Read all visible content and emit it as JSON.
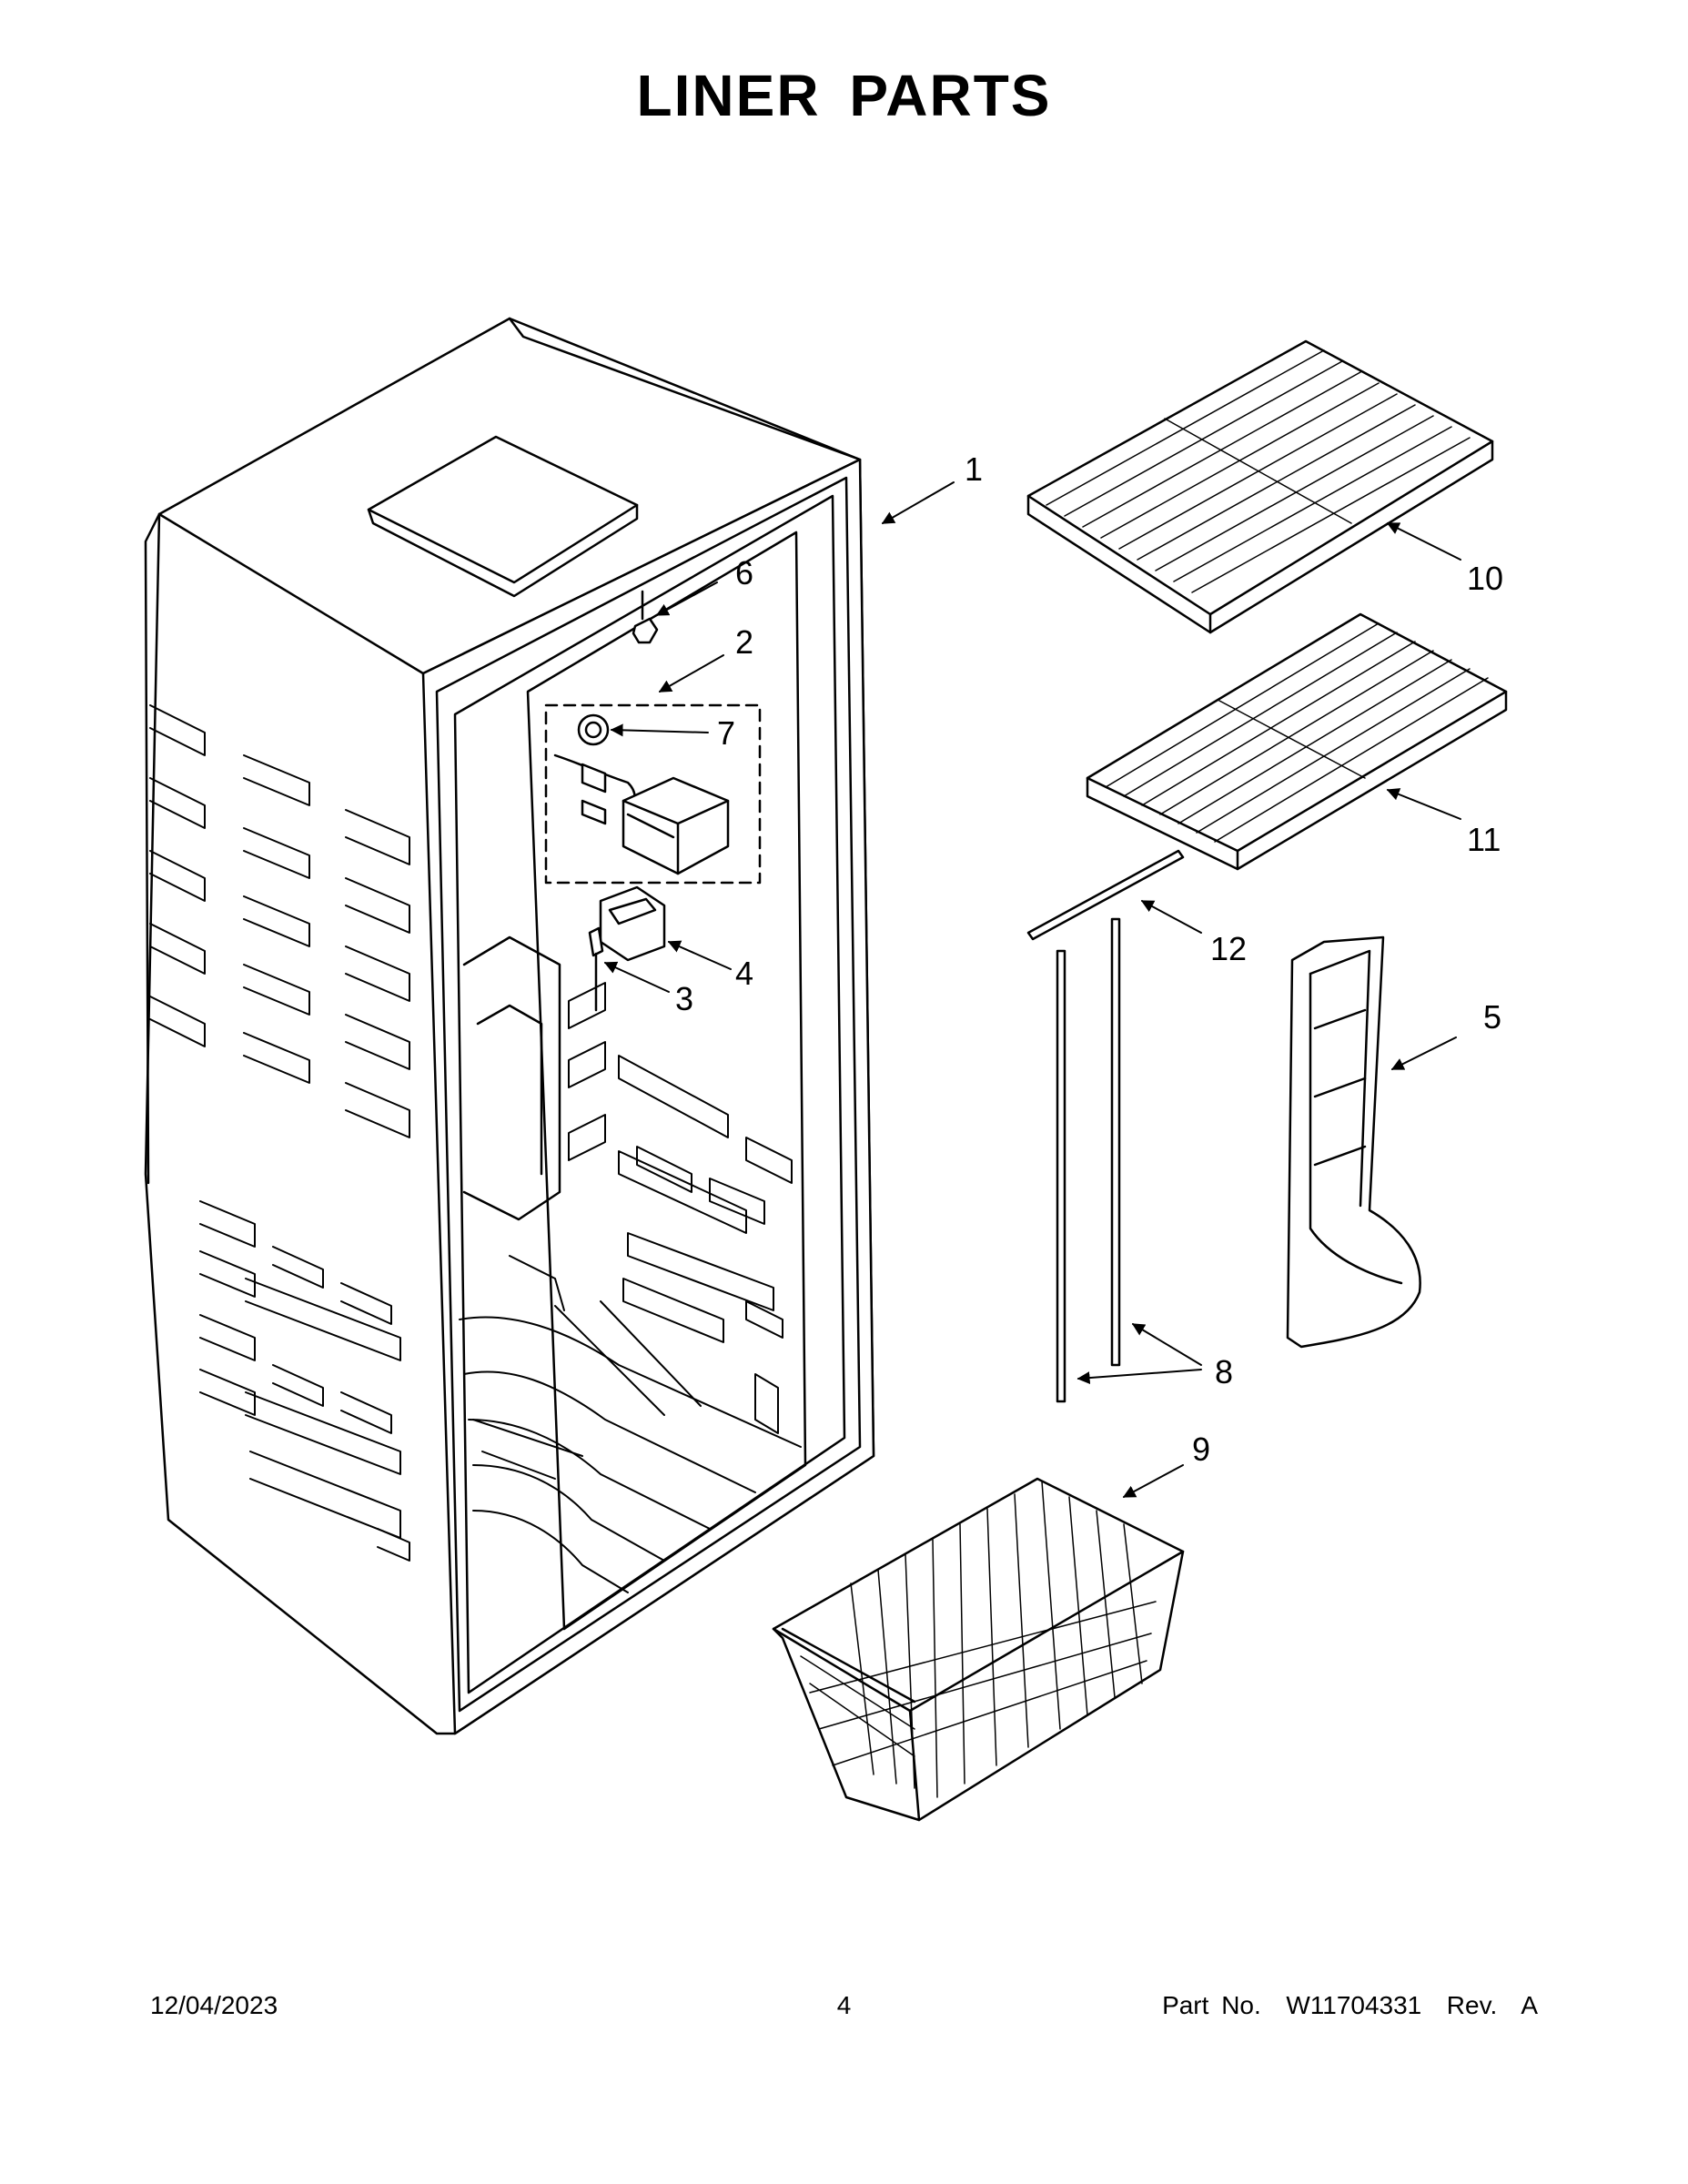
{
  "title": "LINER PARTS",
  "callouts": {
    "c1": "1",
    "c2": "2",
    "c3": "3",
    "c4": "4",
    "c5": "5",
    "c6": "6",
    "c7": "7",
    "c8": "8",
    "c9": "9",
    "c10": "10",
    "c11": "11",
    "c12": "12"
  },
  "footer": {
    "date": "12/04/2023",
    "page": "4",
    "part": "Part No.  W11704331  Rev.  A"
  }
}
